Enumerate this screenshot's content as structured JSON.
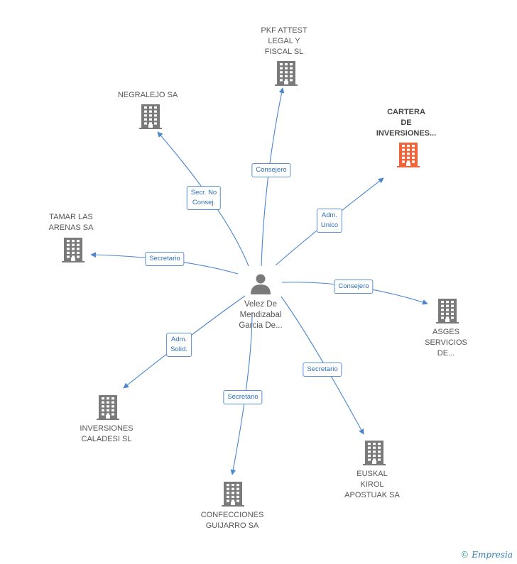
{
  "colors": {
    "edge": "#4a86cf",
    "building": "#7a7a7a",
    "highlight": "#f0643c",
    "person": "#7a7a7a"
  },
  "center": {
    "name": "Velez De\nMendizabal\nGarcia De..."
  },
  "nodes": [
    {
      "id": "pkf",
      "name": "PKF ATTEST\nLEGAL Y\nFISCAL  SL",
      "highlight": false
    },
    {
      "id": "negralejo",
      "name": "NEGRALEJO SA",
      "highlight": false
    },
    {
      "id": "cartera",
      "name": "CARTERA\nDE\nINVERSIONES...",
      "highlight": true
    },
    {
      "id": "tamar",
      "name": "TAMAR LAS\nARENAS SA",
      "highlight": false
    },
    {
      "id": "asges",
      "name": "ASGES\nSERVICIOS\nDE...",
      "highlight": false
    },
    {
      "id": "caladesi",
      "name": "INVERSIONES\nCALADESI SL",
      "highlight": false
    },
    {
      "id": "euskal",
      "name": "EUSKAL\nKIROL\nAPOSTUAK SA",
      "highlight": false
    },
    {
      "id": "guijarro",
      "name": "CONFECCIONES\nGUIJARRO SA",
      "highlight": false
    }
  ],
  "edges": [
    {
      "to": "pkf",
      "label": "Consejero"
    },
    {
      "to": "negralejo",
      "label": "Secr.  No\nConsej."
    },
    {
      "to": "cartera",
      "label": "Adm.\nUnico"
    },
    {
      "to": "tamar",
      "label": "Secretario"
    },
    {
      "to": "asges",
      "label": "Consejero"
    },
    {
      "to": "caladesi",
      "label": "Adm.\nSolid."
    },
    {
      "to": "euskal",
      "label": "Secretario"
    },
    {
      "to": "guijarro",
      "label": "Secretario"
    }
  ],
  "footer": {
    "copyright": "©",
    "brand": "Empresia"
  }
}
